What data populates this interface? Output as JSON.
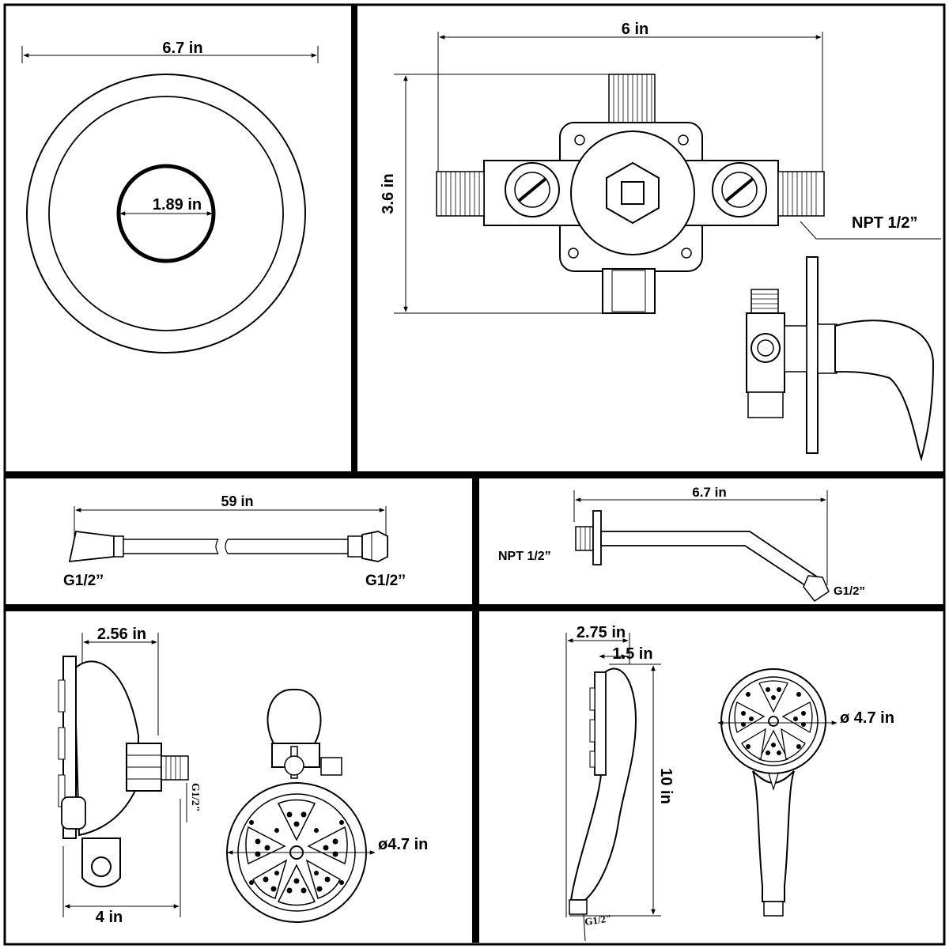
{
  "panels": {
    "trim_plate": {
      "outer_diameter": "6.7 in",
      "inner_diameter": "1.89 in"
    },
    "valve_body": {
      "width": "6 in",
      "height": "3.6 in",
      "thread": "NPT 1/2”"
    },
    "hose": {
      "length": "59 in",
      "left_thread": "G1/2’’",
      "right_thread": "G1/2’’"
    },
    "shower_arm": {
      "length": "6.7 in",
      "inlet_thread": "NPT 1/2”",
      "outlet_thread": "G1/2”"
    },
    "shower_head": {
      "depth": "2.56 in",
      "width": "4 in",
      "thread": "G1/2\"",
      "face_diameter": "ø4.7 in"
    },
    "hand_shower": {
      "head_depth": "2.75 in",
      "handle_depth": "1.5 in",
      "length": "10 in",
      "thread": "G1/2\"",
      "face_diameter": "ø 4.7 in"
    }
  }
}
